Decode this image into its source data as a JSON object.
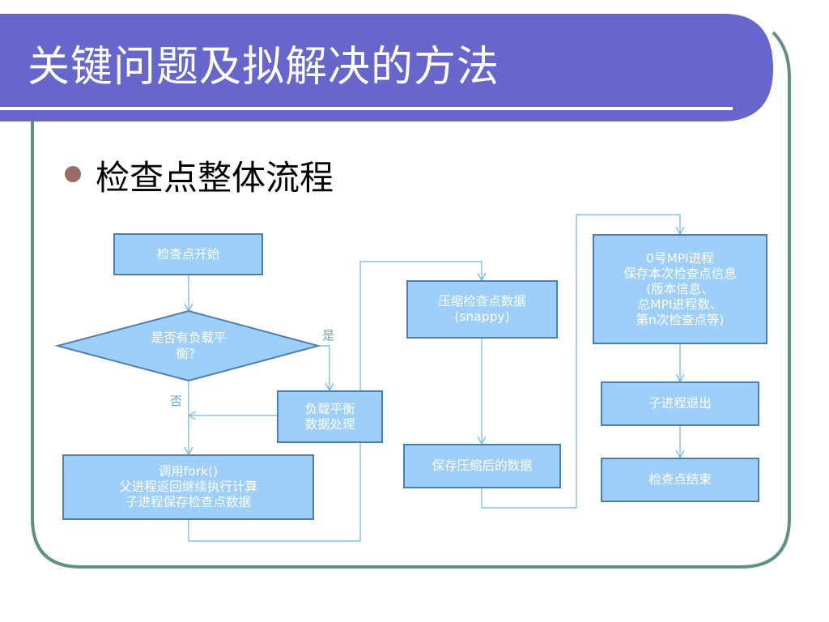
{
  "title": "关键问题及拟解决的方法",
  "bullet": "检查点整体流程",
  "flowchart": {
    "start": "检查点开始",
    "decision": "是否有负载平\n衡？",
    "yes_label": "是",
    "no_label": "否",
    "load_balance": "负载平衡\n数据处理",
    "fork": "调用fork()\n父进程返回继续执行计算\n子进程保存检查点数据",
    "compress": "压缩检查点数据\n(snappy)",
    "save_compressed": "保存压缩后的数据",
    "mpi0": "0号MPI进程\n保存本次检查点信息\n(版本信息、\n总MPI进程数、\n第n次检查点等)",
    "child_exit": "子进程退出",
    "end": "检查点结束"
  }
}
